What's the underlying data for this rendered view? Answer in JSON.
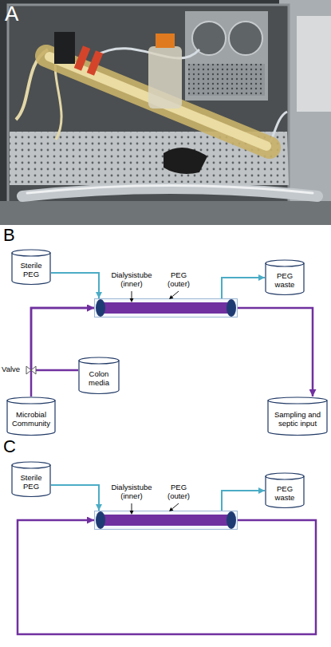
{
  "diagram": {
    "nodes": [
      {
        "text": [
          "Sterile PEG"
        ]
      },
      {
        "text": [
          "Dialysistube (inner)",
          "PEG (outer)"
        ]
      },
      {
        "text": [
          "PEG waste"
        ]
      },
      {
        "text": [
          "Colon media"
        ]
      },
      {
        "text": [
          "Sampling and septic input"
        ]
      },
      {
        "text": [
          "Microbial Community"
        ]
      },
      {
        "text": [
          "Sterile PEG"
        ]
      },
      {
        "text": [
          "Dialysistube (inner)",
          "PEG (outer)"
        ]
      },
      {
        "text": [
          "PEG waste"
        ]
      }
    ],
    "edges": [
      {
        "from": 0,
        "to": 1,
        "arrow": "to"
      },
      {
        "from": 1,
        "to": 2,
        "arrow": "to"
      },
      {
        "from": 1,
        "to": 4,
        "arrow": "to"
      },
      {
        "from": 3,
        "to": 1,
        "arrow": "to"
      },
      {
        "from": 5,
        "to": 1,
        "arrow": "to"
      },
      {
        "from": 6,
        "to": 7,
        "arrow": "to"
      },
      {
        "from": 7,
        "to": 8,
        "arrow": "to"
      },
      {
        "from": 7,
        "to": 7,
        "arrow": "to"
      }
    ],
    "labels": [
      "A",
      "B",
      "Valve",
      "C"
    ]
  }
}
